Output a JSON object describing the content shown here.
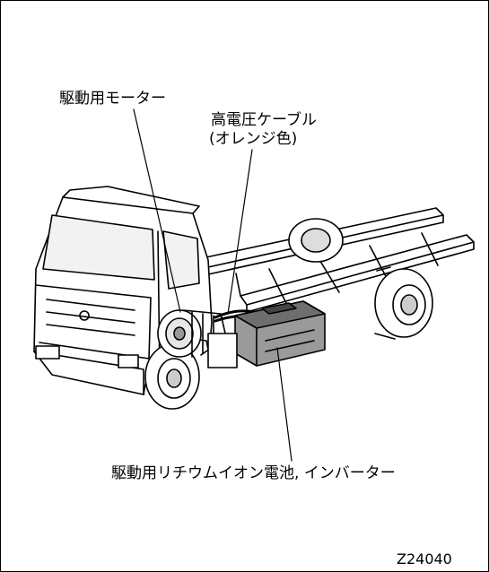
{
  "labels": {
    "motor": "駆動用モーター",
    "cable_line1": "高電圧ケーブル",
    "cable_line2": "(オレンジ色)",
    "battery": "駆動用リチウムイオン電池, インバーター",
    "figure_code": "Z24040"
  }
}
